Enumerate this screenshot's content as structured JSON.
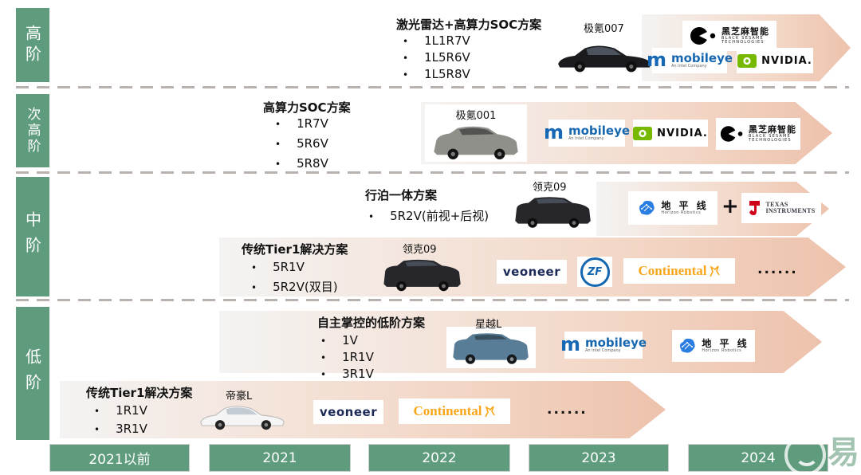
{
  "tiers": {
    "high": "高阶",
    "subhigh": "次高阶",
    "mid": "中阶",
    "low": "低阶"
  },
  "rows": {
    "high": {
      "title": "激光雷达+高算力SOC方案",
      "bullets": [
        "1L1R7V",
        "1L5R6V",
        "1L5R8V"
      ],
      "car": "极氪007"
    },
    "subhigh": {
      "title": "高算力SOC方案",
      "bullets": [
        "1R7V",
        "5R6V",
        "5R8V"
      ],
      "car": "极氪001"
    },
    "mid_a": {
      "title": "行泊一体方案",
      "bullets": [
        "5R2V(前视+后视)"
      ],
      "car": "领克09"
    },
    "mid_b": {
      "title": "传统Tier1解决方案",
      "bullets": [
        "5R1V",
        "5R2V(双目)"
      ],
      "car": "领克09",
      "more": "......"
    },
    "low_a": {
      "title": "自主掌控的低阶方案",
      "bullets": [
        "1V",
        "1R1V",
        "3R1V"
      ],
      "car": "星越L"
    },
    "low_b": {
      "title": "传统Tier1解决方案",
      "bullets": [
        "1R1V",
        "3R1V"
      ],
      "car": "帝豪L",
      "more": "......"
    }
  },
  "logos": {
    "black_sesame": {
      "cn": "黑芝麻智能",
      "en1": "BLACK SESAME",
      "en2": "TECHNOLOGIES"
    },
    "mobileye": {
      "name": "mobileye",
      "sub": "An Intel Company"
    },
    "nvidia": {
      "name": "NVIDIA."
    },
    "horizon": {
      "cn": "地 平 线",
      "en": "Horizon Robotics"
    },
    "ti": {
      "l1": "TEXAS",
      "l2": "INSTRUMENTS"
    },
    "veoneer": {
      "name": "veoneer"
    },
    "zf": {
      "name": "ZF"
    },
    "continental": {
      "name": "Continental"
    },
    "plus": "+"
  },
  "timeline": [
    "2021以前",
    "2021",
    "2022",
    "2023",
    "2024"
  ],
  "watermark": {
    "char": "易"
  },
  "colors": {
    "tier_green": "#5f9c7e",
    "arrow_light": "#f4f3f2",
    "arrow_salmon": "#edc2ac",
    "nvidia_green": "#76b900",
    "mobileye_blue": "#1767b0",
    "horizon_blue": "#2a7de1",
    "ti_red": "#d0021b",
    "zf_blue": "#1566b0",
    "continental_gold": "#f9a61a",
    "veoneer_navy": "#1c2957"
  }
}
